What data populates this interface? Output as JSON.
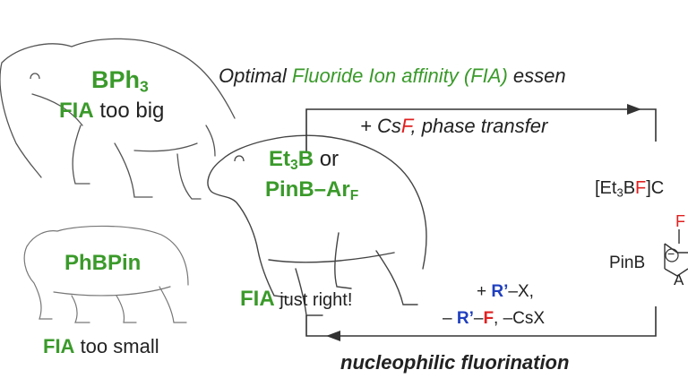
{
  "header": {
    "prefix": "Optimal ",
    "highlight": "Fluoride Ion affinity (FIA)",
    "suffix": " essen"
  },
  "big_bear": {
    "reagent_main": "BPh",
    "reagent_sub": "3",
    "fia_label": "FIA",
    "fia_text": " too big"
  },
  "small_bear": {
    "reagent": "PhBPin",
    "fia_label": "FIA",
    "fia_text": " too small"
  },
  "mid_bear": {
    "line1_main": "Et",
    "line1_sub": "3",
    "line1_end": "B",
    "line1_or": " or",
    "line2_main": "PinB–Ar",
    "line2_sub": "F",
    "fia_label": "FIA",
    "fia_text": " just right!"
  },
  "cycle": {
    "top_plus": "+ Cs",
    "top_f": "F",
    "top_rest": ", phase transfer",
    "product_open": "[Et",
    "product_sub": "3",
    "product_b": "B",
    "product_f": "F",
    "product_close": "]C",
    "pinb": "PinB",
    "partial_top": "F",
    "partial_bottom": "A",
    "minus_charge": "−",
    "bottom_line1_plus": "+ ",
    "bottom_line1_r": "R’",
    "bottom_line1_end": "–X,",
    "bottom_line2_minus": "– ",
    "bottom_line2_r": "R’",
    "bottom_line2_dash": "–",
    "bottom_line2_f": "F",
    "bottom_line2_end": ", –CsX",
    "caption": "nucleophilic fluorination"
  },
  "colors": {
    "green": "#3a9a2a",
    "red": "#e02020",
    "blue": "#1f3fbf",
    "line": "#333333"
  }
}
